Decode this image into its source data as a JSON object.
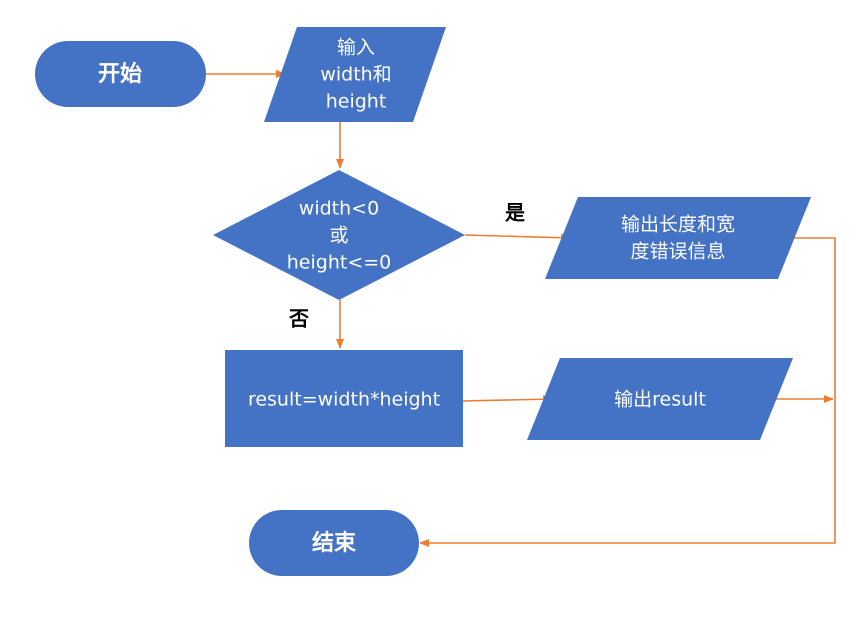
{
  "colors": {
    "shape_fill": "#4472C4",
    "connector": "#ED7D31",
    "node_text": "#FFFFFF",
    "label_text": "#000000"
  },
  "nodes": {
    "start": {
      "shape": "terminator",
      "lines": [
        "开始"
      ]
    },
    "input": {
      "shape": "parallelogram",
      "lines": [
        "输入",
        "width和",
        "height"
      ]
    },
    "decision": {
      "shape": "diamond",
      "lines": [
        "width<0",
        "或",
        "height<=0"
      ]
    },
    "error_output": {
      "shape": "parallelogram",
      "lines": [
        "输出长度和宽",
        "度错误信息"
      ]
    },
    "compute": {
      "shape": "rectangle",
      "lines": [
        "result=width*height"
      ]
    },
    "result_output": {
      "shape": "parallelogram",
      "lines": [
        "输出result"
      ]
    },
    "end": {
      "shape": "terminator",
      "lines": [
        "结束"
      ]
    }
  },
  "edges": [
    {
      "from": "start",
      "to": "input",
      "label": ""
    },
    {
      "from": "input",
      "to": "decision",
      "label": ""
    },
    {
      "from": "decision",
      "to": "error_output",
      "label": "是"
    },
    {
      "from": "decision",
      "to": "compute",
      "label": "否"
    },
    {
      "from": "compute",
      "to": "result_output",
      "label": ""
    },
    {
      "from": "result_output",
      "to": "end",
      "label": ""
    },
    {
      "from": "error_output",
      "to": "end",
      "label": ""
    }
  ]
}
